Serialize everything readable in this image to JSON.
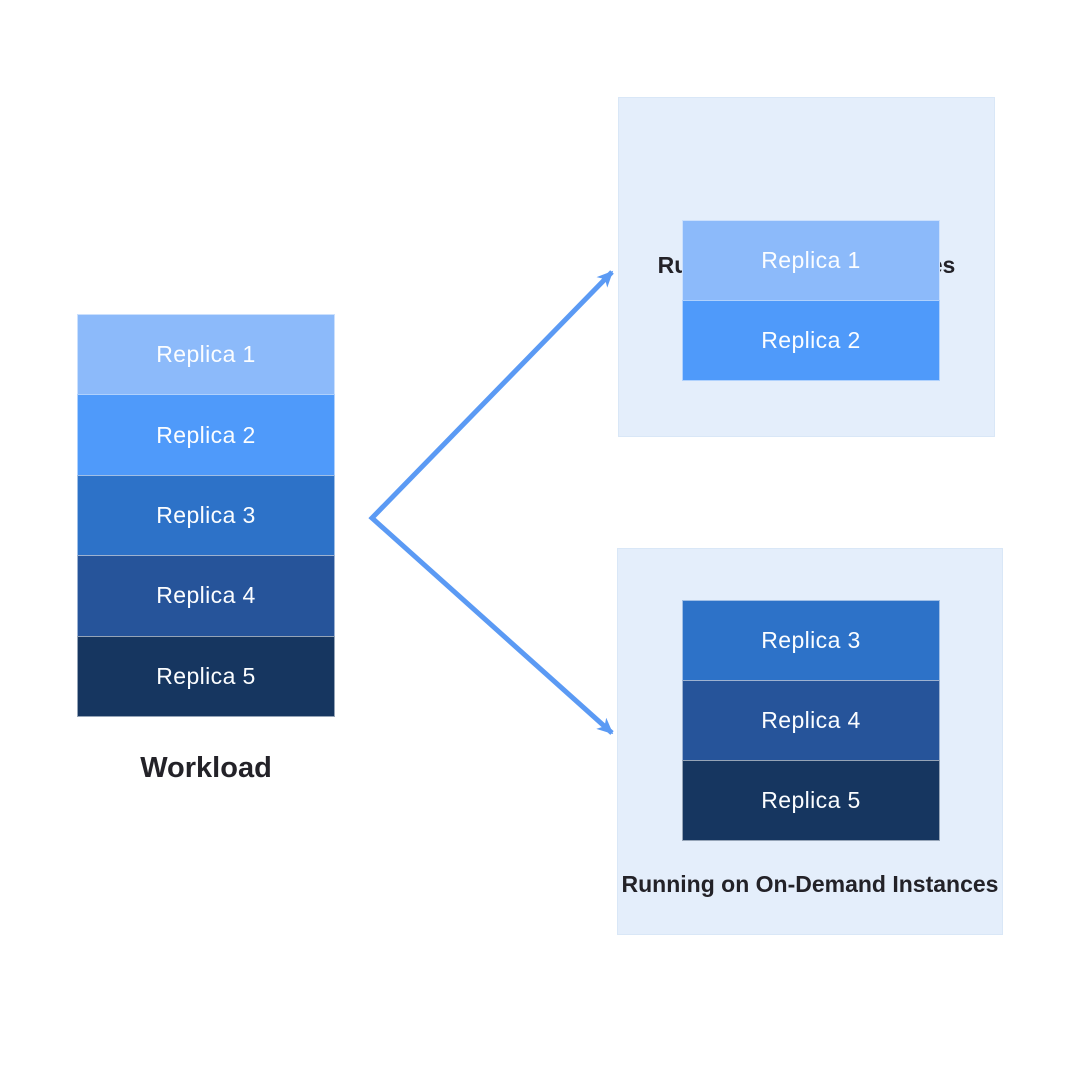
{
  "palette": {
    "replica1": "#8cbafa",
    "replica2": "#4f9afa",
    "replica3": "#2d72c8",
    "replica4": "#26549a",
    "replica5": "#163660",
    "panel_bg": "#e4eefb",
    "panel_border": "#d9e7f7",
    "arrow": "#5b9af4",
    "title_text": "#232228",
    "replica_text": "#fbfdff"
  },
  "workload": {
    "label": "Workload",
    "replicas": [
      {
        "label": "Replica 1",
        "color": "#8cbafa"
      },
      {
        "label": "Replica 2",
        "color": "#4f9afa"
      },
      {
        "label": "Replica 3",
        "color": "#2d72c8"
      },
      {
        "label": "Replica 4",
        "color": "#26549a"
      },
      {
        "label": "Replica 5",
        "color": "#163660"
      }
    ]
  },
  "spot_box": {
    "title": "Running on Spot Instances",
    "replicas": [
      {
        "label": "Replica 1",
        "color": "#8cbafa"
      },
      {
        "label": "Replica 2",
        "color": "#4f9afa"
      }
    ]
  },
  "on_demand_box": {
    "title": "Running on On-Demand Instances",
    "replicas": [
      {
        "label": "Replica 3",
        "color": "#2d72c8"
      },
      {
        "label": "Replica 4",
        "color": "#26549a"
      },
      {
        "label": "Replica 5",
        "color": "#163660"
      }
    ]
  }
}
